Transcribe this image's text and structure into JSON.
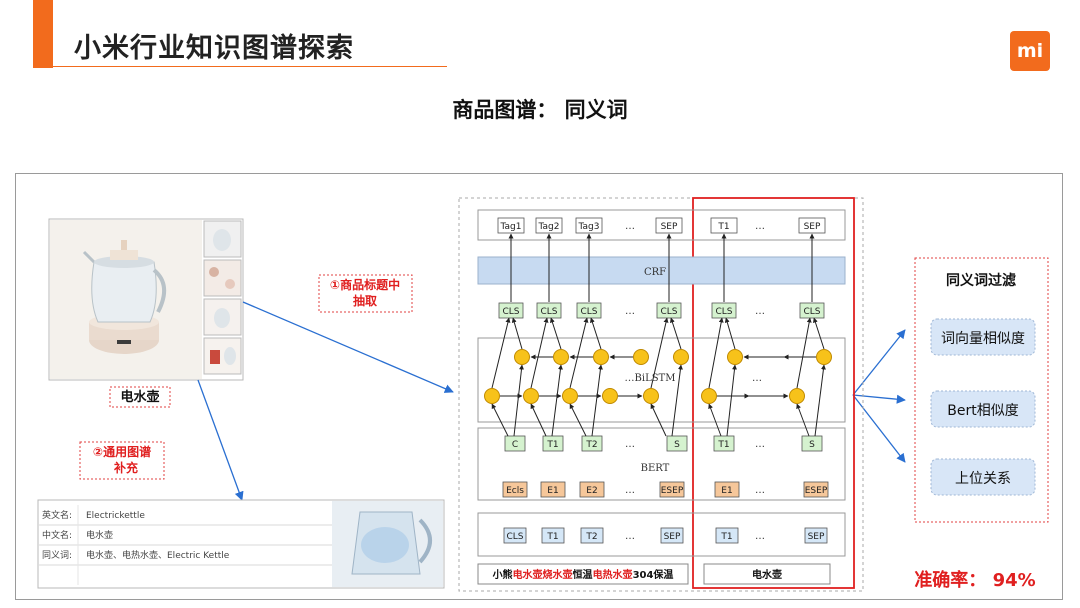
{
  "header": {
    "title": "小米行业知识图谱探索",
    "logo_text": "mi",
    "subtitle": "商品图谱： 同义词"
  },
  "product": {
    "caption": "电水壶"
  },
  "steps": {
    "step1_line1": "①商品标题中",
    "step1_line2": "抽取",
    "step2_line1": "②通用图谱",
    "step2_line2": "补充"
  },
  "info_card": {
    "rows": [
      {
        "label": "英文名:",
        "value": "Electrickettle"
      },
      {
        "label": "中文名:",
        "value": "电水壶"
      },
      {
        "label": "同义词:",
        "value": "电水壶、电热水壶、Electric Kettle"
      }
    ]
  },
  "model": {
    "tags_left": [
      "Tag1",
      "Tag2",
      "Tag3",
      "…",
      "SEP"
    ],
    "tags_right": [
      "T1",
      "…",
      "SEP"
    ],
    "crf_label": "CRF",
    "cls_left": [
      "CLS",
      "CLS",
      "CLS",
      "…",
      "CLS"
    ],
    "cls_right": [
      "CLS",
      "…",
      "CLS"
    ],
    "bilstm_label": "…BiLSTM",
    "bilstm_right_dots": "…",
    "bert_out_left": [
      "C",
      "T1",
      "T2",
      "…",
      "S"
    ],
    "bert_out_right": [
      "T1",
      "…",
      "S"
    ],
    "bert_label": "BERT",
    "emb_left": [
      "Ecls",
      "E1",
      "E2",
      "…",
      "ESEP"
    ],
    "emb_right": [
      "E1",
      "…",
      "ESEP"
    ],
    "input_left": [
      "CLS",
      "T1",
      "T2",
      "…",
      "SEP"
    ],
    "input_right": [
      "T1",
      "…",
      "SEP"
    ],
    "sentence_segments": [
      {
        "text": "小熊",
        "highlight": false
      },
      {
        "text": "电水壶烧水壶",
        "highlight": true
      },
      {
        "text": "恒温",
        "highlight": false
      },
      {
        "text": "电热水壶",
        "highlight": true
      },
      {
        "text": "304保温",
        "highlight": false
      }
    ],
    "right_sentence": "电水壶"
  },
  "filter": {
    "title": "同义词过滤",
    "items": [
      "词向量相似度",
      "Bert相似度",
      "上位关系"
    ]
  },
  "accuracy": "准确率： 94%",
  "colors": {
    "accent": "#f26b1d",
    "red": "#e02020",
    "green_box": "#d5f2cf",
    "orange_box": "#f6c79a",
    "blue_box": "#d5e7f7",
    "crf_fill": "#c7daf1",
    "node_yellow": "#f7c21a"
  }
}
